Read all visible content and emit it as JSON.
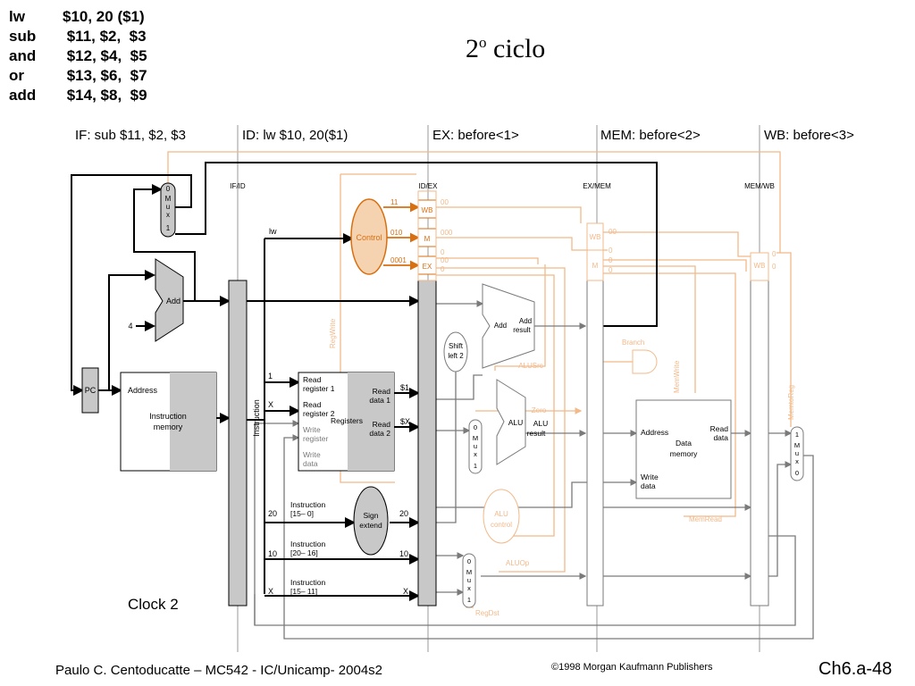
{
  "code": [
    {
      "op": "lw",
      "args": "$10, 20 ($1)"
    },
    {
      "op": "sub",
      "args": " $11, $2,  $3"
    },
    {
      "op": "and",
      "args": " $12, $4,  $5"
    },
    {
      "op": "or",
      "args": " $13, $6,  $7"
    },
    {
      "op": "add",
      "args": " $14, $8,  $9"
    }
  ],
  "title": "2",
  "title_sup": "o",
  "title_rest": " ciclo",
  "stages": {
    "if": "IF: sub $11, $2, $3",
    "id": "ID: lw $10, 20($1)",
    "ex": "EX: before<1>",
    "mem": "MEM: before<2>",
    "wb": "WB: before<3>"
  },
  "registers": {
    "ifid": "IF/ID",
    "idex": "ID/EX",
    "exmem": "EX/MEM",
    "memwb": "MEM/WB"
  },
  "units": {
    "pc": "PC",
    "add": "Add",
    "four": "4",
    "imem_address": "Address",
    "imem_name1": "Instruction",
    "imem_name2": "memory",
    "instruction": "Instruction",
    "rf_read1a": "Read",
    "rf_read1b": "register 1",
    "rf_read2a": "Read",
    "rf_read2b": "register 2",
    "rf_registers": "Registers",
    "rf_write1": "Write",
    "rf_write2": "register",
    "rf_wdata1": "Write",
    "rf_wdata2": "data",
    "rf_rd1a": "Read",
    "rf_rd1b": "data 1",
    "rf_rd2a": "Read",
    "rf_rd2b": "data 2",
    "control": "Control",
    "sign1": "Sign",
    "sign2": "extend",
    "shift1": "Shift",
    "shift2": "left 2",
    "add_result_add": "Add",
    "add_result1": "Add",
    "add_result2": "result",
    "alu": "ALU",
    "alu_result1": "ALU",
    "alu_result2": "result",
    "zero": "Zero",
    "alucontrol1": "ALU",
    "alucontrol2": "control",
    "dmem_address": "Address",
    "dmem_name1": "Data",
    "dmem_name2": "memory",
    "dmem_read1": "Read",
    "dmem_read2": "data",
    "dmem_write1": "Write",
    "dmem_write2": "data",
    "wb": "WB",
    "m": "M",
    "ex": "EX",
    "mux": [
      "M",
      "u",
      "x"
    ]
  },
  "signals": {
    "regwrite": "RegWrite",
    "branch": "Branch",
    "memwrite": "MemWrite",
    "memtoreg": "MemtoReg",
    "memread": "MemRead",
    "alusrc": "ALUSrc",
    "aluop": "ALUOp",
    "regdst": "RegDst",
    "lw": "lw",
    "ctrl_wb": "11",
    "ctrl_m": "010",
    "ctrl_ex": "0001",
    "reg1_in": "1",
    "reg2_in": "X",
    "rd1_out": "$1",
    "rd2_out": "$X",
    "instr_15_0_a": "Instruction",
    "instr_15_0_b": "[15– 0]",
    "instr_20_16_a": "Instruction",
    "instr_20_16_b": "[20– 16]",
    "instr_15_11_a": "Instruction",
    "instr_15_11_b": "[15– 11]",
    "v20_in": "20",
    "v20_out": "20",
    "v10_in": "10",
    "v10_out": "10",
    "vx_in": "X",
    "vx_out": "X",
    "idex_wb_val": "00",
    "idex_m_val": "000",
    "idex_ex_vals": [
      "0",
      "00",
      "0"
    ],
    "exmem_wb_val": "00",
    "exmem_m_vals": [
      "0",
      "0",
      "0"
    ],
    "memwb_vals": [
      "0",
      "0"
    ],
    "mux_top": [
      "0",
      "1"
    ],
    "mux_alu": [
      "0",
      "1"
    ],
    "mux_regdst": [
      "0",
      "1"
    ],
    "mux_wb": [
      "1",
      "0"
    ]
  },
  "clock": "Clock 2",
  "footer": "Paulo C. Centoducatte – MC542 - IC/Unicamp- 2004s2",
  "copyright": "©1998 Morgan Kaufmann Publishers",
  "slide_number": "Ch6.a-48",
  "colors": {
    "active": "#d86f10",
    "inactive": "#f2b98a",
    "control_fill": "#f6d3b0",
    "unit_fill": "#c8c8c8",
    "wire": "#000000",
    "gray_wire": "#7a7a7a"
  }
}
